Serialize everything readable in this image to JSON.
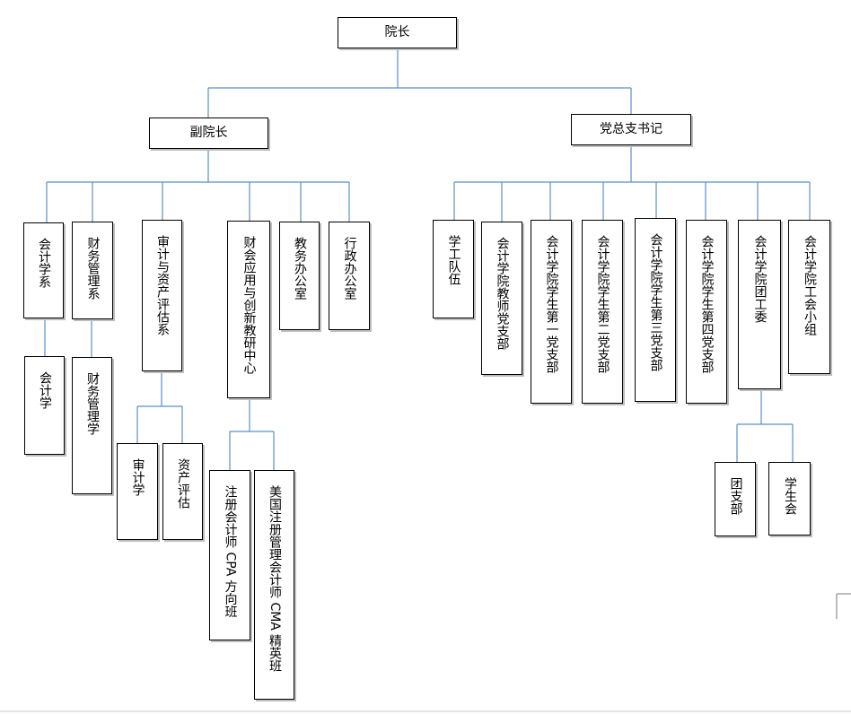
{
  "nodes": {
    "dean": "院长",
    "vice_dean": "副院长",
    "party_secretary": "党总支书记",
    "accounting_dept": "会计学系",
    "finance_mgmt_dept": "财务管理系",
    "audit_valuation_dept": "审计与资产评估系",
    "fin_innovation_center": "财会应用与创新教研中心",
    "academic_office": "教务办公室",
    "admin_office": "行政办公室",
    "accounting_major": "会计学",
    "finance_mgmt_major": "财务管理学",
    "audit_major": "审计学",
    "valuation_major": "资产评估",
    "cpa_class": "注册会计师 CPA 方向班",
    "cma_class": "美国注册管理会计师 CMA 精英班",
    "student_affairs": "学工队伍",
    "faculty_party_branch": "会计学院教师党支部",
    "student_branch_1": "会计学院学生第一党支部",
    "student_branch_2": "会计学院学生第二党支部",
    "student_branch_3": "会计学院学生第三党支部",
    "student_branch_4": "会计学院学生第四党支部",
    "youth_league": "会计学院团工委",
    "union_group": "会计学院工会小组",
    "league_branch": "团支部",
    "student_union": "学生会"
  },
  "colors": {
    "connector": "#5b8fc9",
    "border": "#000000",
    "shadow": "#bdbdbd"
  }
}
